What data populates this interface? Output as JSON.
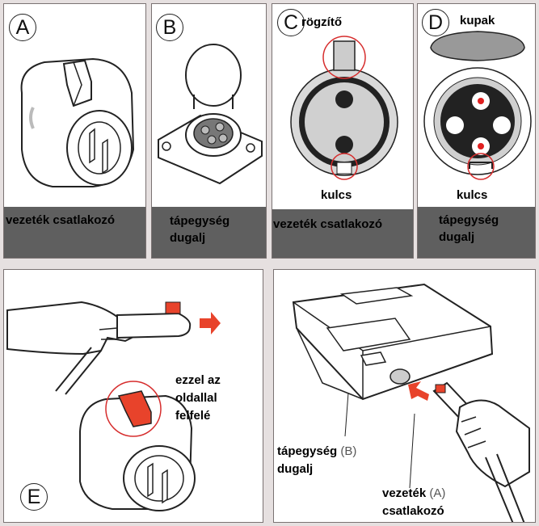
{
  "panels": {
    "a": {
      "letter": "A",
      "caption": "vezeték csatlakozó"
    },
    "b": {
      "letter": "B",
      "caption_line1": "tápegység",
      "caption_line2": "dugalj"
    },
    "c": {
      "letter": "C",
      "top_label": "rögzítő",
      "bottom_label": "kulcs",
      "caption": "vezeték csatlakozó"
    },
    "d": {
      "letter": "D",
      "top_label": "kupak",
      "bottom_label": "kulcs",
      "caption_line1": "tápegység",
      "caption_line2": "dugalj"
    },
    "e": {
      "letter": "E",
      "note_line1": "ezzel az",
      "note_line2": "oldallal",
      "note_line3": "felfelé"
    },
    "f": {
      "label1_line1": "tápegység",
      "label1_ref": "(B)",
      "label1_line2": "dugalj",
      "label2_line1": "vezeték",
      "label2_ref": "(A)",
      "label2_line2": "csatlakozó"
    }
  },
  "colors": {
    "accent_red": "#e8432b",
    "highlight_circle": "#d62d2d",
    "caption_band": "#5f5f5f"
  }
}
